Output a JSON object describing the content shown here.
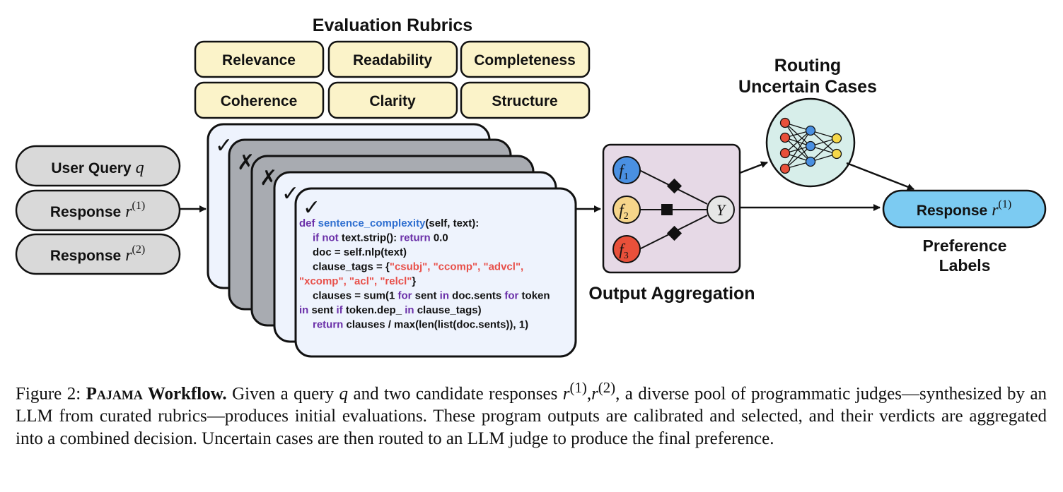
{
  "rubrics": {
    "title": "Evaluation Rubrics",
    "items": [
      "Relevance",
      "Readability",
      "Completeness",
      "Coherence",
      "Clarity",
      "Structure"
    ]
  },
  "inputs": {
    "query_label": "User Query",
    "query_var": "q",
    "response1_label": "Response",
    "response2_label": "Response",
    "response1_sup": "(1)",
    "response2_sup": "(2)",
    "r_var": "r"
  },
  "judges": {
    "marks": [
      "✓",
      "✗",
      "✗",
      "✓",
      "✓"
    ],
    "code_lines": [
      [
        {
          "t": "def ",
          "c": "kw"
        },
        {
          "t": "sentence_complexity",
          "c": "fn"
        },
        {
          "t": "(self, text):",
          "c": ""
        }
      ],
      [
        {
          "t": "if not ",
          "c": "kw"
        },
        {
          "t": "text.strip(): ",
          "c": ""
        },
        {
          "t": "return ",
          "c": "kw"
        },
        {
          "t": "0.0",
          "c": ""
        }
      ],
      [
        {
          "t": "doc = self.nlp(text)",
          "c": ""
        }
      ],
      [
        {
          "t": "clause_tags = {",
          "c": ""
        },
        {
          "t": "\"csubj\", \"ccomp\", \"advcl\",",
          "c": "str"
        }
      ],
      [
        {
          "t": "\"xcomp\", \"acl\", \"relcl\"",
          "c": "str"
        },
        {
          "t": "}",
          "c": ""
        }
      ],
      [
        {
          "t": "clauses = sum(1 ",
          "c": ""
        },
        {
          "t": "for ",
          "c": "kw"
        },
        {
          "t": "sent ",
          "c": ""
        },
        {
          "t": "in ",
          "c": "kw"
        },
        {
          "t": "doc.sents ",
          "c": ""
        },
        {
          "t": "for ",
          "c": "kw"
        },
        {
          "t": "token",
          "c": ""
        }
      ],
      [
        {
          "t": "in ",
          "c": "kw"
        },
        {
          "t": "sent ",
          "c": ""
        },
        {
          "t": "if ",
          "c": "kw"
        },
        {
          "t": "token.dep_ ",
          "c": ""
        },
        {
          "t": "in ",
          "c": "kw"
        },
        {
          "t": "clause_tags)",
          "c": ""
        }
      ],
      [
        {
          "t": "return ",
          "c": "kw"
        },
        {
          "t": "clauses / max(len(list(doc.sents)), 1)",
          "c": ""
        }
      ]
    ]
  },
  "aggregation": {
    "title": "Output Aggregation",
    "nodes": [
      "f",
      "f",
      "f"
    ],
    "node_subs": [
      "1",
      "2",
      "3"
    ],
    "output": "Y"
  },
  "routing": {
    "title_line1": "Routing",
    "title_line2": "Uncertain Cases"
  },
  "output": {
    "label": "Response",
    "var": "r",
    "sup": "(1)",
    "caption_line1": "Preference",
    "caption_line2": "Labels"
  },
  "caption": {
    "fig_label": "Figure 2:",
    "fig_name": "Pajama",
    "fig_bold": "Workflow.",
    "part1": "Given a query",
    "var_q": "q",
    "part2": "and two candidate responses",
    "resp_math": "r",
    "sup1": "(1)",
    "comma": ",",
    "sup2": "(2)",
    "rest": ", a diverse pool of programmatic judges—synthesized by an LLM from curated rubrics—produces initial evaluations. These program outputs are calibrated and selected, and their verdicts are aggregated into a combined decision. Uncertain cases are then routed to an LLM judge to produce the final preference."
  },
  "colors": {
    "rubric_fill": "#fbf3c9",
    "input_fill": "#d9d9d9",
    "card_light": "#eef3fd",
    "card_dark": "#a8abb1",
    "agg_fill": "#e6d9e6",
    "node_blue": "#4a90e2",
    "node_yellow": "#f6d58a",
    "node_red": "#e8503a",
    "output_fill": "#7ccbf2",
    "nn_bg": "#d7eeea"
  }
}
